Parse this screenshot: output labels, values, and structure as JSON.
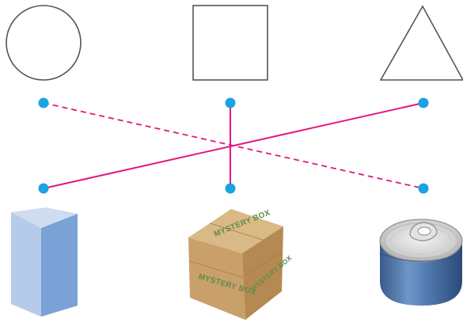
{
  "diagram": {
    "type": "matching-exercise",
    "colors": {
      "outline": "#555555",
      "connector": "#e2187f",
      "dot": "#1aa3e0"
    },
    "top_shapes": [
      {
        "id": "circle",
        "icon": "circle-outline"
      },
      {
        "id": "square",
        "icon": "square-outline"
      },
      {
        "id": "triangle",
        "icon": "triangle-outline"
      }
    ],
    "bottom_objects": [
      {
        "id": "prism",
        "icon": "triangular-prism"
      },
      {
        "id": "cube",
        "icon": "cardboard-box",
        "label_front": "MYSTERY BOX",
        "label_top": "MYSTERY BOX",
        "label_side": "MYSTERY BOX"
      },
      {
        "id": "cylinder",
        "icon": "tin-can"
      }
    ],
    "connections": [
      {
        "from": "circle",
        "to": "cylinder",
        "style": "dashed"
      },
      {
        "from": "square",
        "to": "cube",
        "style": "solid"
      },
      {
        "from": "triangle",
        "to": "prism",
        "style": "solid"
      }
    ]
  }
}
